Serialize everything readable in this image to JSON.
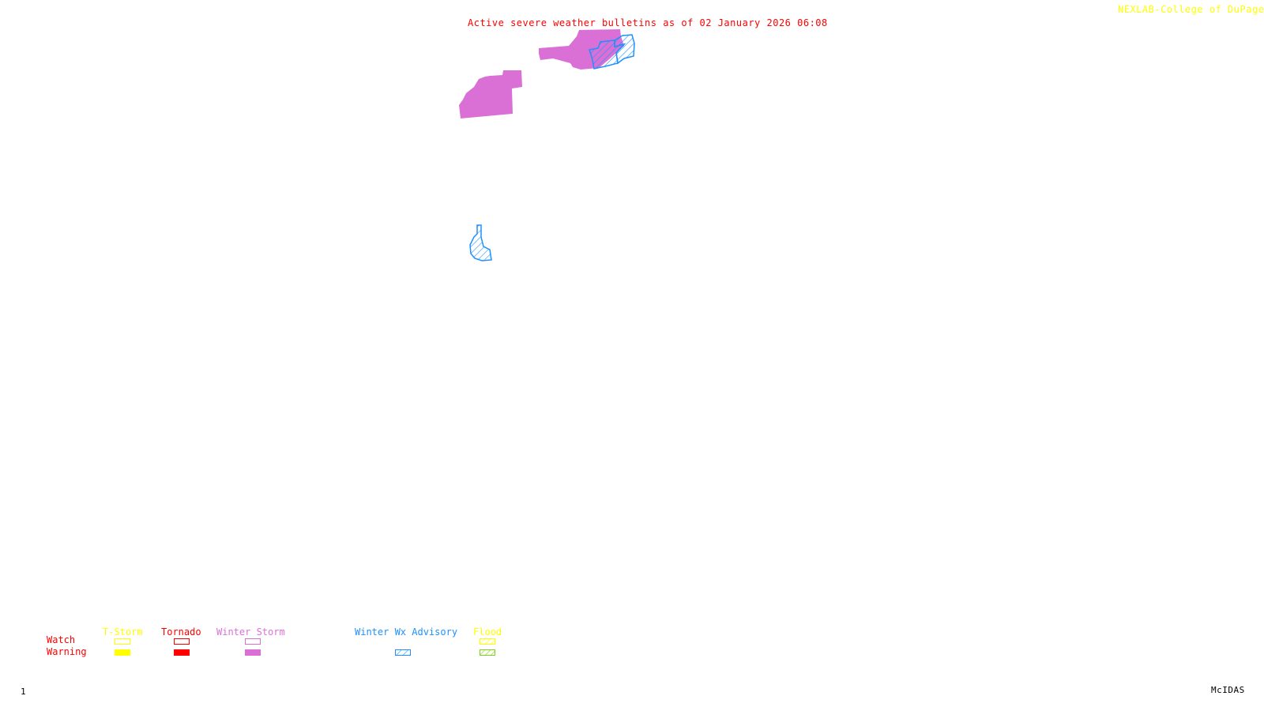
{
  "header": {
    "title": "Active severe weather bulletins as of 02 January 2026 06:08",
    "credit": "NEXLAB-College of DuPage ◹"
  },
  "footer": {
    "frame_number": "1",
    "software": "McIDAS"
  },
  "colors": {
    "title": "#ff0000",
    "credit": "#ffff00",
    "tstorm": "#ffff00",
    "tornado": "#ff0000",
    "winter_storm": "#da70d6",
    "winter_wx_advisory": "#1e90ff",
    "flood_watch": "#ffff00",
    "flood_warning": "#7fd11b"
  },
  "legend": {
    "row_labels": {
      "watch": "Watch",
      "warning": "Warning"
    },
    "categories": [
      {
        "key": "tstorm",
        "label": "T-Storm",
        "watch": "outline",
        "warning": "solid"
      },
      {
        "key": "tornado",
        "label": "Tornado",
        "watch": "outline",
        "warning": "solid"
      },
      {
        "key": "winter_storm",
        "label": "Winter Storm",
        "watch": "outline",
        "warning": "solid"
      },
      {
        "key": "winter_wx_advisory",
        "label": "Winter Wx Advisory",
        "watch": null,
        "warning": "hatched"
      },
      {
        "key": "flood",
        "label": "Flood",
        "watch": "hatched",
        "warning": "hatched"
      }
    ]
  },
  "bulletins": [
    {
      "type": "Winter Storm Warning",
      "style": "solid"
    },
    {
      "type": "Winter Storm Warning",
      "style": "solid"
    },
    {
      "type": "Winter Wx Advisory",
      "style": "hatched"
    },
    {
      "type": "Winter Wx Advisory",
      "style": "hatched"
    }
  ]
}
